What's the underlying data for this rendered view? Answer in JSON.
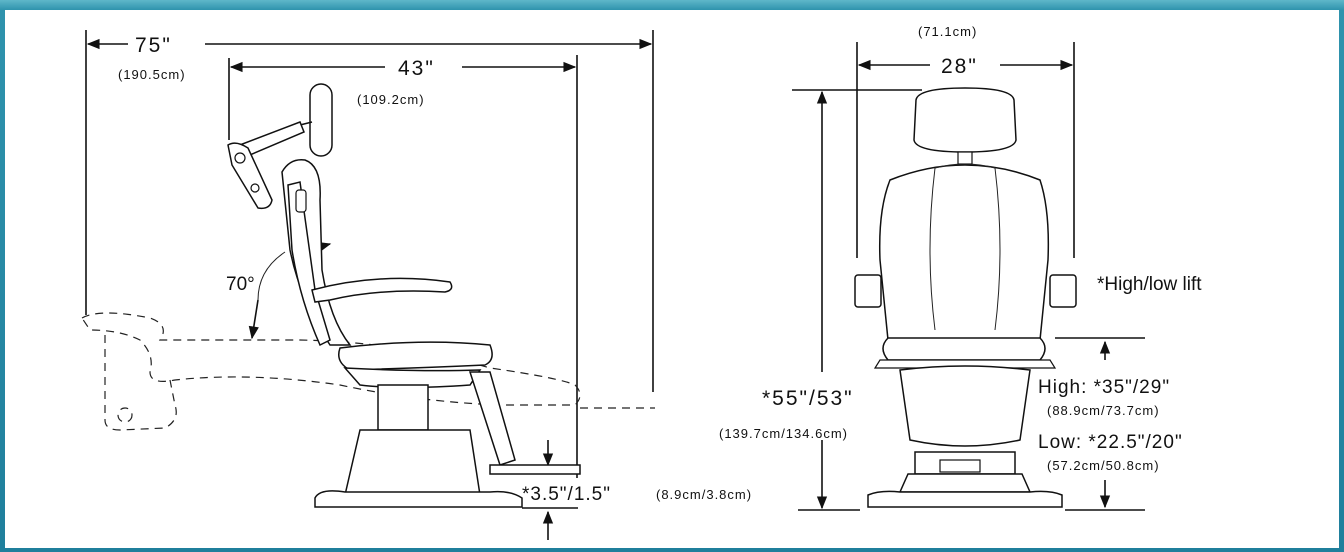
{
  "side_view": {
    "overall_length": "75\"",
    "overall_length_cm": "(190.5cm)",
    "upright_length": "43\"",
    "upright_length_cm": "(109.2cm)",
    "recline_angle": "70°",
    "footrest_height": "*3.5\"/1.5\"",
    "footrest_height_cm": "(8.9cm/3.8cm)"
  },
  "front_view": {
    "width_cm": "(71.1cm)",
    "width": "28\"",
    "overall_height": "*55\"/53\"",
    "overall_height_cm": "(139.7cm/134.6cm)",
    "lift_note": "*High/low lift",
    "high_label": "High: *35\"/29\"",
    "high_cm": "(88.9cm/73.7cm)",
    "low_label": "Low: *22.5\"/20\"",
    "low_cm": "(57.2cm/50.8cm)"
  }
}
